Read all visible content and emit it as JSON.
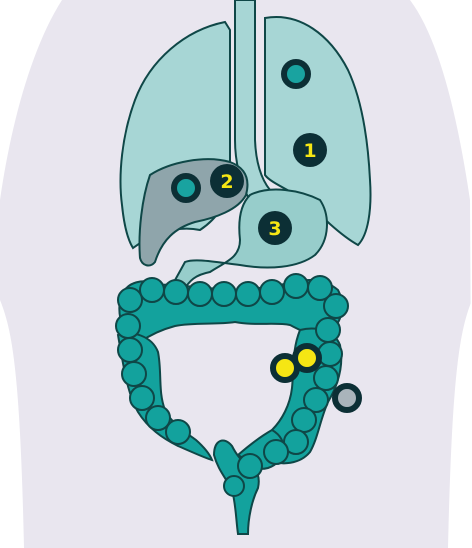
{
  "colors": {
    "background": "#ffffff",
    "body": "#e9e6ef",
    "outline": "#0f4747",
    "lung": "#a7d6d5",
    "liver": "#8fa5ab",
    "stomach": "#97cdcb",
    "intestine": "#13a29d",
    "marker_dark": "#0c2f35",
    "marker_yellow": "#f5e614",
    "marker_teal": "#19a3a0",
    "marker_grey": "#a9b4bb"
  },
  "markers": [
    {
      "id": "m1",
      "label": "1"
    },
    {
      "id": "m2",
      "label": "2"
    },
    {
      "id": "m3",
      "label": "3"
    }
  ]
}
